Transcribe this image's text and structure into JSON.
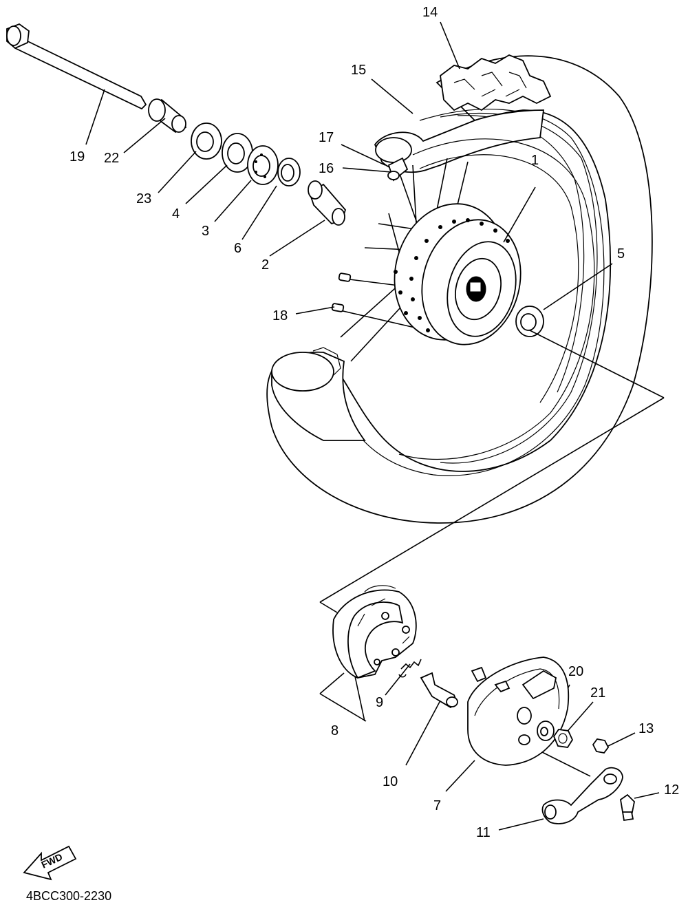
{
  "labels": {
    "p1": "1",
    "p2": "2",
    "p3": "3",
    "p4": "4",
    "p5": "5",
    "p6": "6",
    "p7": "7",
    "p8": "8",
    "p9": "9",
    "p10": "10",
    "p11": "11",
    "p12": "12",
    "p13": "13",
    "p14": "14",
    "p15": "15",
    "p16": "16",
    "p17": "17",
    "p18": "18",
    "p19": "19",
    "p20": "20",
    "p21": "21",
    "p22": "22",
    "p23": "23"
  },
  "fwd_label": "FWD",
  "diagram_code": "4BCC300-2230"
}
